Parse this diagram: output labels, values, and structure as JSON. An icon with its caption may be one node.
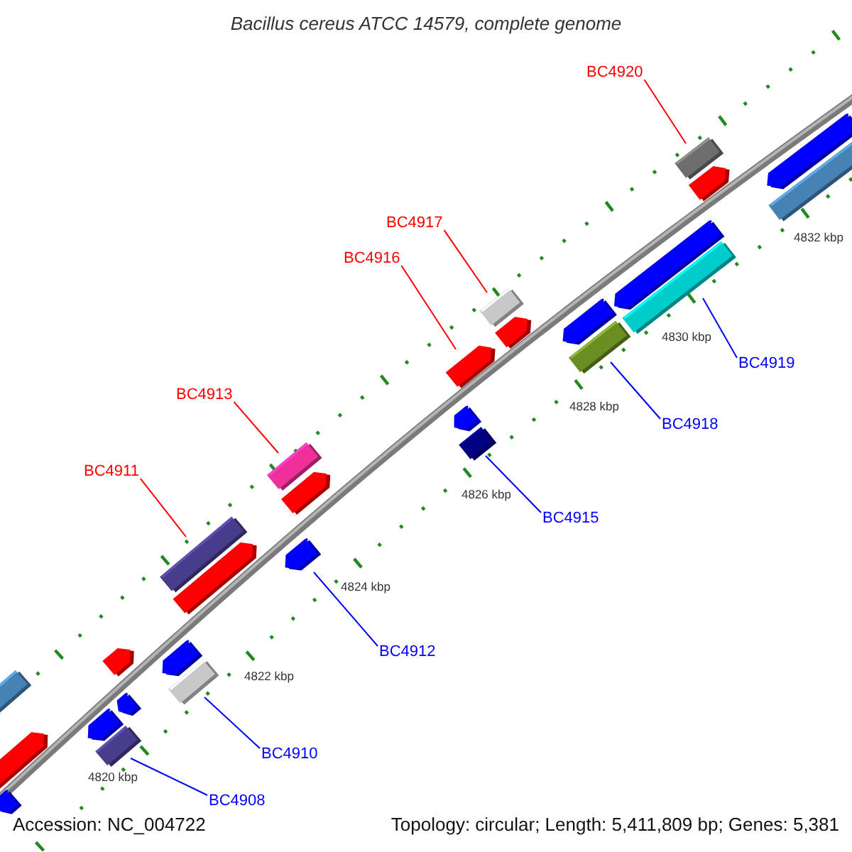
{
  "diagram": {
    "title": "Bacillus cereus ATCC 14579, complete genome",
    "nodes": [
      {
        "text": [
          "BC4920"
        ]
      },
      {
        "text": [
          "BC4917"
        ]
      },
      {
        "text": [
          "BC4916"
        ]
      },
      {
        "text": [
          "BC4919"
        ]
      },
      {
        "text": [
          "BC4913"
        ]
      },
      {
        "text": [
          "BC4918"
        ]
      },
      {
        "text": [
          "BC4911"
        ]
      },
      {
        "text": [
          "BC4915"
        ]
      },
      {
        "text": [
          "BC4912"
        ]
      },
      {
        "text": [
          "BC4910"
        ]
      },
      {
        "text": [
          "BC4908"
        ]
      },
      {
        "text": [],
        "shape": "bar"
      },
      {
        "text": [],
        "shape": "bar"
      },
      {
        "text": [],
        "shape": "arrow"
      },
      {
        "text": [],
        "shape": "bar"
      },
      {
        "text": [],
        "shape": "bar"
      },
      {
        "text": [],
        "shape": "bar"
      },
      {
        "text": [],
        "shape": "bar"
      },
      {
        "text": [],
        "shape": "bar"
      },
      {
        "text": [],
        "shape": "arrow"
      },
      {
        "text": [],
        "shape": "bar"
      },
      {
        "text": [],
        "shape": "bar"
      },
      {
        "text": [],
        "shape": "bar"
      },
      {
        "text": [],
        "shape": "arrow"
      },
      {
        "text": [],
        "shape": "arrow"
      },
      {
        "text": [],
        "shape": "arrow"
      },
      {
        "text": [],
        "shape": "arrow"
      },
      {
        "text": [],
        "shape": "arrow"
      },
      {
        "text": [],
        "shape": "arrow"
      },
      {
        "text": [],
        "shape": "arrow"
      },
      {
        "text": [],
        "shape": "arrow"
      },
      {
        "text": [],
        "shape": "arrow"
      },
      {
        "text": [],
        "shape": "arrow"
      },
      {
        "text": [],
        "shape": "arrow"
      },
      {
        "text": [],
        "shape": "arrow"
      },
      {
        "text": [],
        "shape": "arrow"
      },
      {
        "text": [],
        "shape": "arrow"
      },
      {
        "text": [],
        "shape": "bar"
      }
    ],
    "edges": [
      {
        "from": 0,
        "to": 11,
        "arrow": "none",
        "color": "#ff0000"
      },
      {
        "from": 1,
        "to": 12,
        "arrow": "none",
        "color": "#ff0000"
      },
      {
        "from": 2,
        "to": 13,
        "arrow": "none",
        "color": "#ff0000"
      },
      {
        "from": 3,
        "to": 14,
        "arrow": "none"
      },
      {
        "from": 4,
        "to": 15,
        "arrow": "none",
        "color": "#ff0000"
      },
      {
        "from": 5,
        "to": 16,
        "arrow": "none"
      },
      {
        "from": 6,
        "to": 17,
        "arrow": "none",
        "color": "#ff0000"
      },
      {
        "from": 7,
        "to": 18,
        "arrow": "none"
      },
      {
        "from": 8,
        "to": 19,
        "arrow": "none"
      },
      {
        "from": 9,
        "to": 20,
        "arrow": "none"
      },
      {
        "from": 10,
        "to": 21,
        "arrow": "none"
      }
    ],
    "labels": [
      "4832 kbp",
      "4830 kbp",
      "4828 kbp",
      "4826 kbp",
      "4824 kbp",
      "4822 kbp",
      "4820 kbp",
      "Accession: NC_004722",
      "Topology: circular; Length: 5,411,809 bp; Genes: 5,381"
    ]
  }
}
